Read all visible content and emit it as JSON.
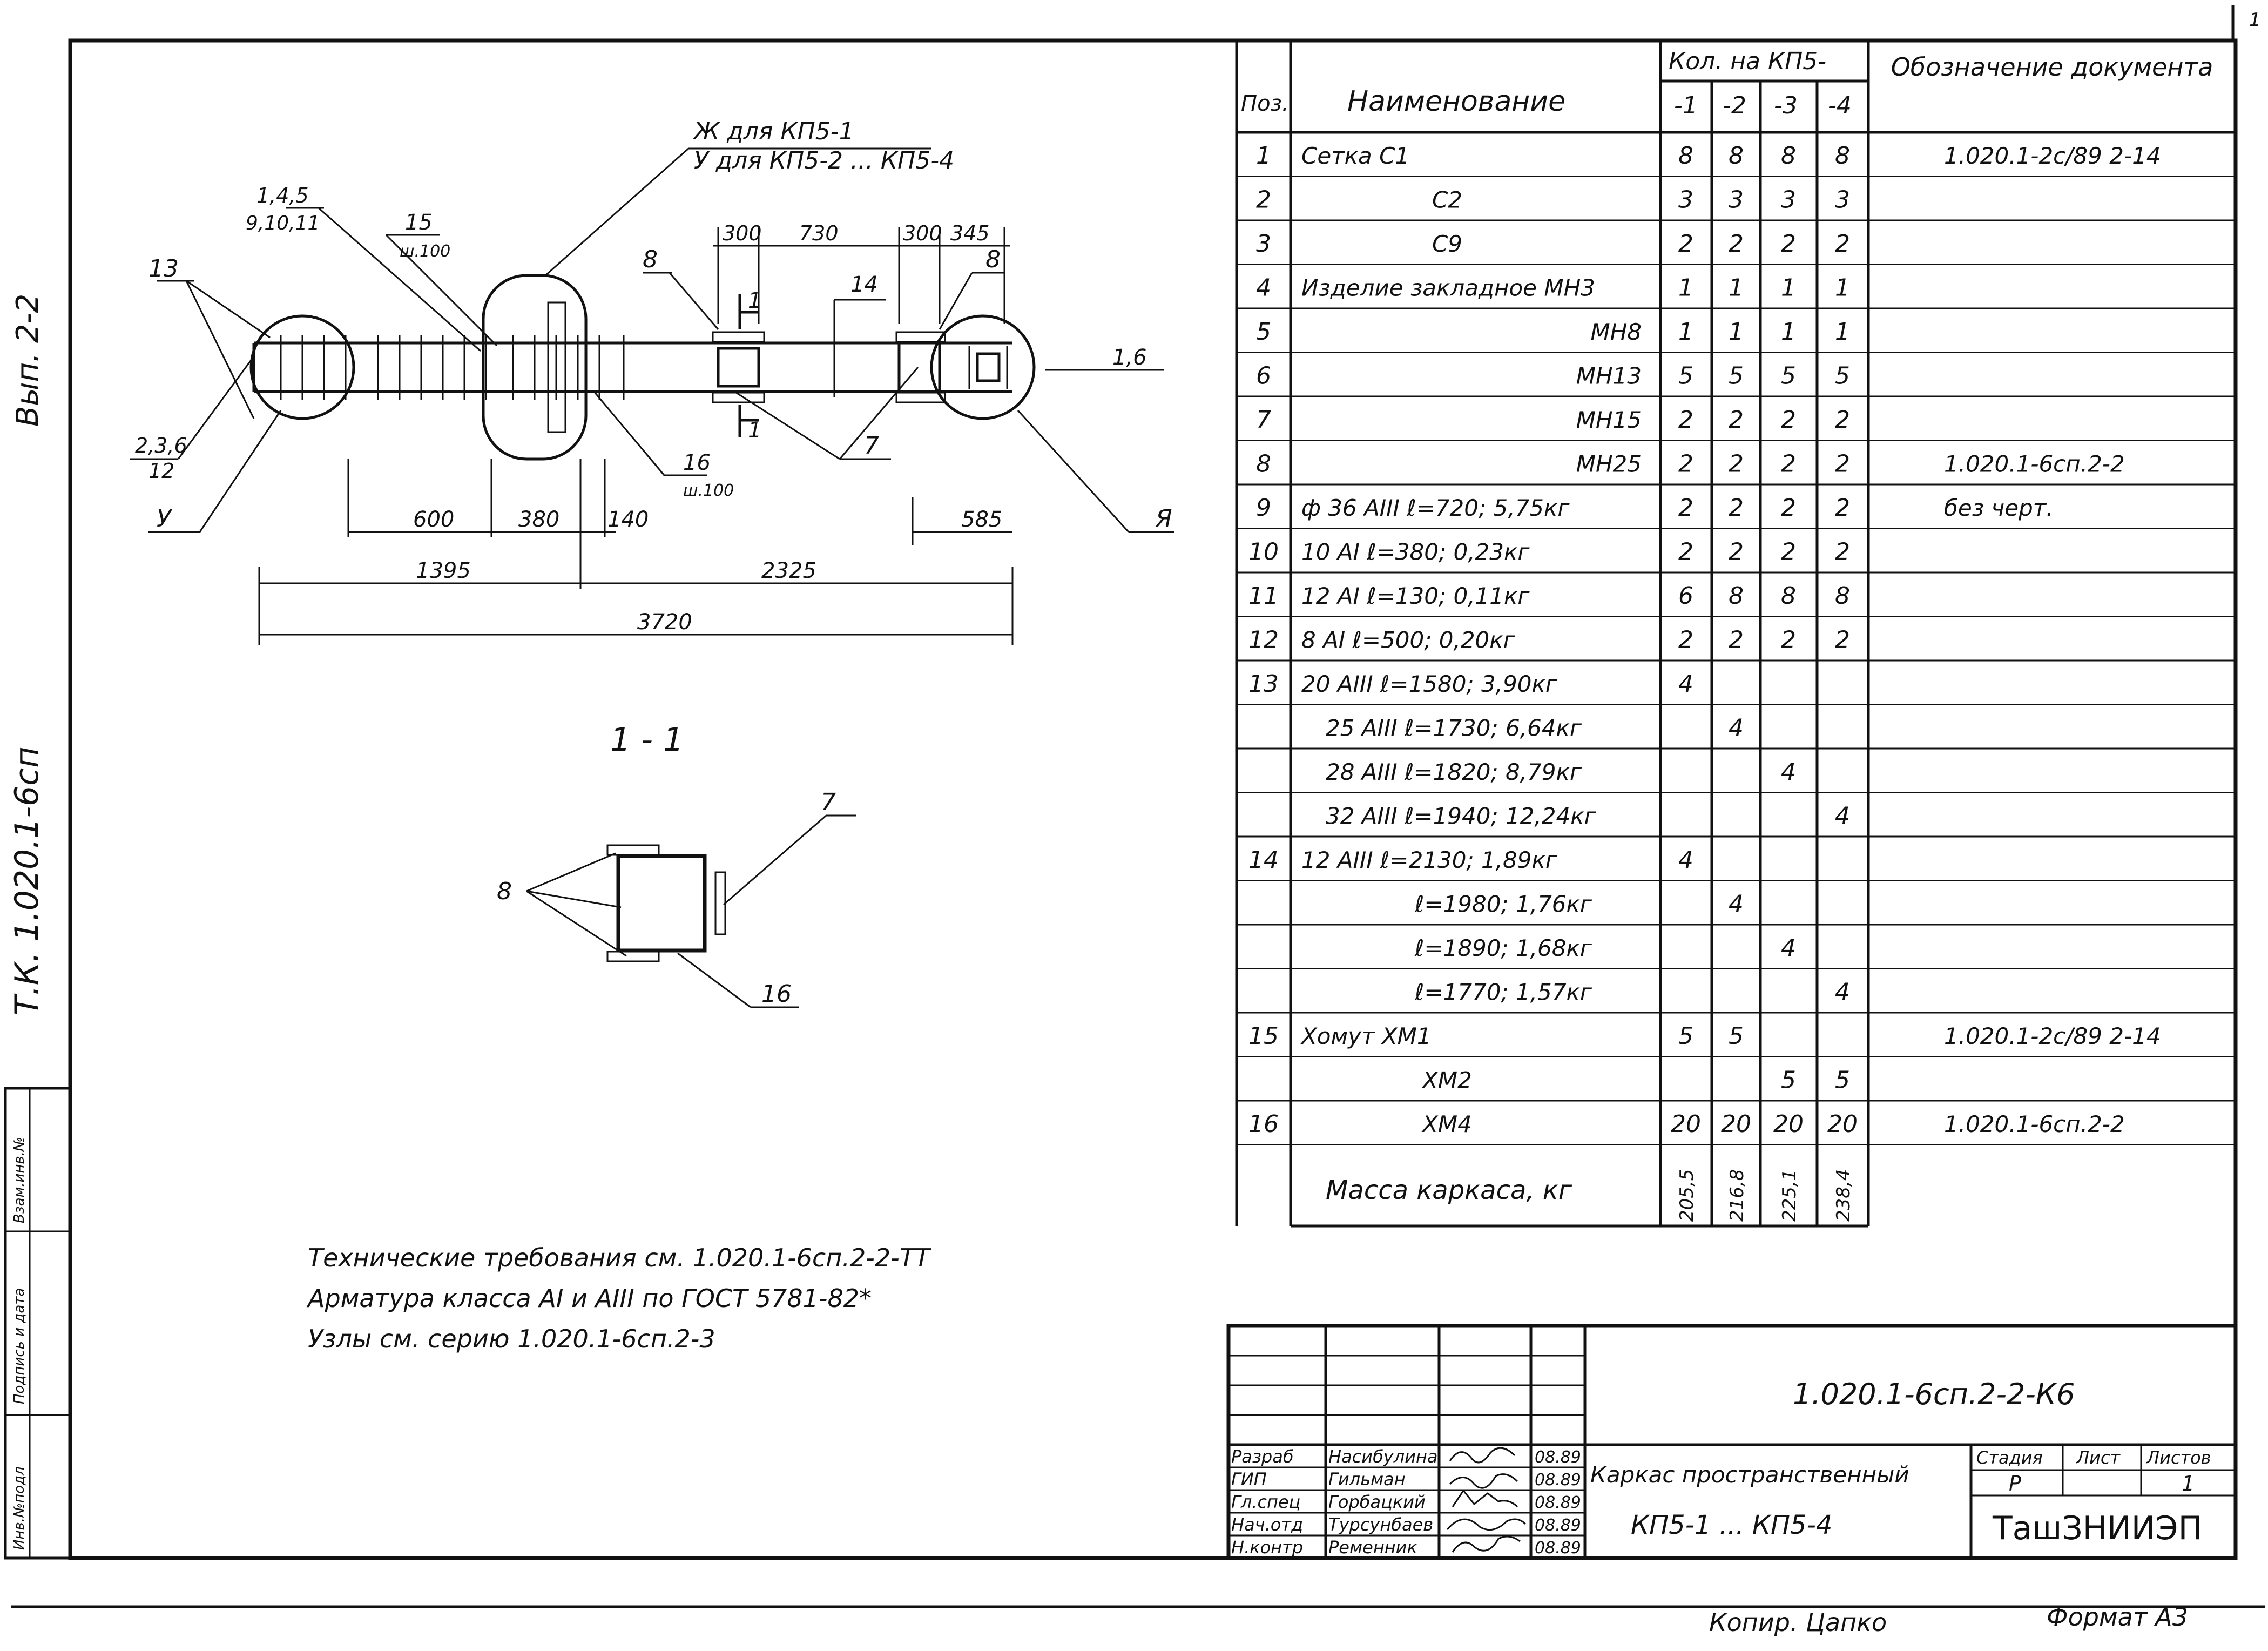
{
  "sheet_marker": "1",
  "left_margin": {
    "series": "Т.К. 1.020.1-6сп",
    "issue": "Вып. 2-2",
    "stamp_cells": [
      "Инв.№подл",
      "Подпись и дата",
      "Взам.инв.№"
    ]
  },
  "plan": {
    "callouts": {
      "c13": "13",
      "c145": "1,4,5",
      "c91011": "9,10,11",
      "c15": "15",
      "c15_step": "ш.100",
      "c8": "8",
      "c8b": "8",
      "c14": "14",
      "c16": "16",
      "c16_step": "ш.100",
      "c236": "2,3,6",
      "c12": "12",
      "cU": "У",
      "c7": "7",
      "c16b": "1,6",
      "cYa": "Я",
      "note_zh": "Ж для КП5-1",
      "note_u": "У для КП5-2 ... КП5-4"
    },
    "dims_top": [
      "300",
      "730",
      "300",
      "345"
    ],
    "dims_mid": [
      "600",
      "380",
      "140",
      "585"
    ],
    "dims_low": [
      "1395",
      "2325"
    ],
    "dim_total": "3720",
    "section_mark": "1"
  },
  "section": {
    "title": "1 - 1",
    "c8": "8",
    "c7": "7",
    "c16": "16"
  },
  "notes": [
    "Технические требования см. 1.020.1-6сп.2-2-ТТ",
    "Арматура класса АI и АIII по ГОСТ 5781-82*",
    "Узлы см. серию 1.020.1-6сп.2-3"
  ],
  "spec_table": {
    "headers": {
      "pos": "Поз.",
      "name": "Наименование",
      "qty_group": "Кол. на КП5-",
      "qty_cols": [
        "-1",
        "-2",
        "-3",
        "-4"
      ],
      "doc": "Обозначение документа"
    },
    "rows": [
      {
        "pos": "1",
        "name": "Сетка С1",
        "q": [
          "8",
          "8",
          "8",
          "8"
        ],
        "doc": "1.020.1-2с/89 2-14"
      },
      {
        "pos": "2",
        "name": "С2",
        "q": [
          "3",
          "3",
          "3",
          "3"
        ],
        "doc": ""
      },
      {
        "pos": "3",
        "name": "С9",
        "q": [
          "2",
          "2",
          "2",
          "2"
        ],
        "doc": ""
      },
      {
        "pos": "4",
        "name": "Изделие закладное МН3",
        "q": [
          "1",
          "1",
          "1",
          "1"
        ],
        "doc": ""
      },
      {
        "pos": "5",
        "name": "МН8",
        "q": [
          "1",
          "1",
          "1",
          "1"
        ],
        "doc": ""
      },
      {
        "pos": "6",
        "name": "МН13",
        "q": [
          "5",
          "5",
          "5",
          "5"
        ],
        "doc": ""
      },
      {
        "pos": "7",
        "name": "МН15",
        "q": [
          "2",
          "2",
          "2",
          "2"
        ],
        "doc": ""
      },
      {
        "pos": "8",
        "name": "МН25",
        "q": [
          "2",
          "2",
          "2",
          "2"
        ],
        "doc": "1.020.1-6сп.2-2"
      },
      {
        "pos": "9",
        "name": "ф 36 АIII  ℓ=720;  5,75кг",
        "q": [
          "2",
          "2",
          "2",
          "2"
        ],
        "doc": "без черт."
      },
      {
        "pos": "10",
        "name": "10 АI  ℓ=380;  0,23кг",
        "q": [
          "2",
          "2",
          "2",
          "2"
        ],
        "doc": ""
      },
      {
        "pos": "11",
        "name": "12 АI  ℓ=130;  0,11кг",
        "q": [
          "6",
          "8",
          "8",
          "8"
        ],
        "doc": ""
      },
      {
        "pos": "12",
        "name": "8 АI  ℓ=500;  0,20кг",
        "q": [
          "2",
          "2",
          "2",
          "2"
        ],
        "doc": ""
      },
      {
        "pos": "13",
        "name": "20 АIII  ℓ=1580;  3,90кг",
        "q": [
          "4",
          "",
          "",
          ""
        ],
        "doc": ""
      },
      {
        "pos": "",
        "name": "25 АIII  ℓ=1730;  6,64кг",
        "q": [
          "",
          "4",
          "",
          ""
        ],
        "doc": ""
      },
      {
        "pos": "",
        "name": "28 АIII  ℓ=1820;  8,79кг",
        "q": [
          "",
          "",
          "4",
          ""
        ],
        "doc": ""
      },
      {
        "pos": "",
        "name": "32 АIII  ℓ=1940;  12,24кг",
        "q": [
          "",
          "",
          "",
          "4"
        ],
        "doc": ""
      },
      {
        "pos": "14",
        "name": "12 АIII  ℓ=2130;  1,89кг",
        "q": [
          "4",
          "",
          "",
          ""
        ],
        "doc": ""
      },
      {
        "pos": "",
        "name": "ℓ=1980;  1,76кг",
        "q": [
          "",
          "4",
          "",
          ""
        ],
        "doc": ""
      },
      {
        "pos": "",
        "name": "ℓ=1890;  1,68кг",
        "q": [
          "",
          "",
          "4",
          ""
        ],
        "doc": ""
      },
      {
        "pos": "",
        "name": "ℓ=1770;  1,57кг",
        "q": [
          "",
          "",
          "",
          "4"
        ],
        "doc": ""
      },
      {
        "pos": "15",
        "name": "Хомут  ХМ1",
        "q": [
          "5",
          "5",
          "",
          ""
        ],
        "doc": "1.020.1-2с/89 2-14"
      },
      {
        "pos": "",
        "name": "ХМ2",
        "q": [
          "",
          "",
          "5",
          "5"
        ],
        "doc": ""
      },
      {
        "pos": "16",
        "name": "ХМ4",
        "q": [
          "20",
          "20",
          "20",
          "20"
        ],
        "doc": "1.020.1-6сп.2-2"
      }
    ],
    "mass_label": "Масса каркаса, кг",
    "mass_values": [
      "205,5",
      "216,8",
      "225,1",
      "238,4"
    ]
  },
  "title_block": {
    "doc_code": "1.020.1-6сп.2-2-К6",
    "roles": [
      "Разраб",
      "ГИП",
      "Гл.спец",
      "Нач.отд",
      "Н.контр"
    ],
    "names": [
      "Насибулина",
      "Гильман",
      "Горбацкий",
      "Турсунбаев",
      "Ременник"
    ],
    "dates": [
      "08.89",
      "08.89",
      "08.89",
      "08.89",
      "08.89"
    ],
    "object_name": "Каркас пространственный",
    "object_mark": "КП5-1 ... КП5-4",
    "stage_label": "Стадия",
    "sheet_label": "Лист",
    "sheets_label": "Листов",
    "stage": "Р",
    "sheets": "1",
    "org": "ТашЗНИИЭП"
  },
  "footer": {
    "copied": "Копир. Цапко",
    "format": "Формат А3"
  }
}
